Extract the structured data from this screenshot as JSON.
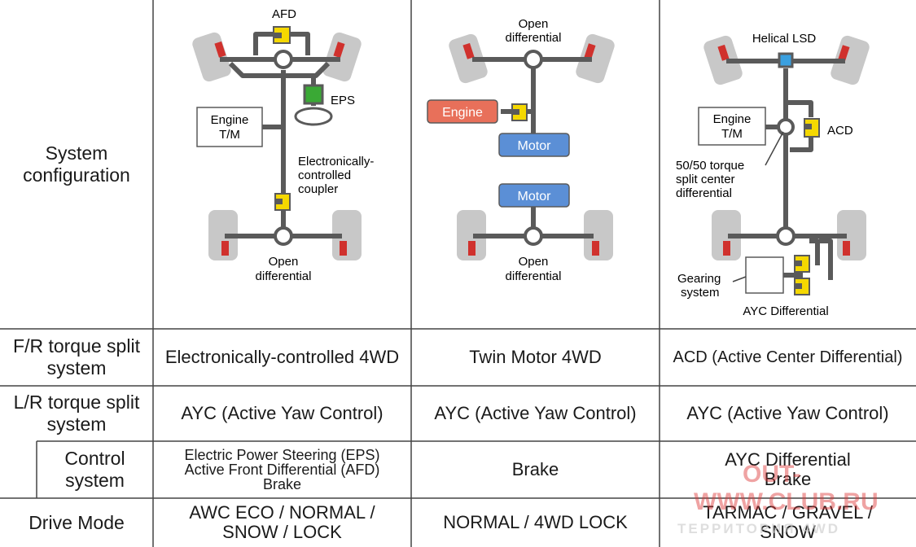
{
  "config_label": [
    "System",
    "configuration"
  ],
  "diagrams": [
    {
      "afd": "AFD",
      "eps": "EPS",
      "engine": [
        "Engine",
        "T/M"
      ],
      "coupler": [
        "Electronically-",
        "controlled",
        "coupler"
      ],
      "open_diff": [
        "Open",
        "differential"
      ]
    },
    {
      "open_diff_front": [
        "Open",
        "differential"
      ],
      "engine": "Engine",
      "motor_front": "Motor",
      "motor_rear": "Motor",
      "open_diff_rear": [
        "Open",
        "differential"
      ]
    },
    {
      "helical": "Helical LSD",
      "engine": [
        "Engine",
        "T/M"
      ],
      "acd": "ACD",
      "torque_split": [
        "50/50 torque",
        "split center",
        "differential"
      ],
      "gearing": [
        "Gearing",
        "system"
      ],
      "ayc_diff": "AYC Differential"
    }
  ],
  "rows": [
    {
      "label": [
        "F/R torque split",
        "system"
      ],
      "cells": [
        [
          "Electronically-controlled 4WD"
        ],
        [
          "Twin Motor 4WD"
        ],
        [
          "ACD (Active Center Differential)"
        ]
      ]
    },
    {
      "label": [
        "L/R torque split",
        "system"
      ],
      "cells": [
        [
          "AYC (Active Yaw Control)"
        ],
        [
          "AYC (Active Yaw Control)"
        ],
        [
          "AYC (Active Yaw Control)"
        ]
      ]
    },
    {
      "label": [
        "Control",
        "system"
      ],
      "cells": [
        [
          "Electric Power Steering (EPS)",
          "Active Front Differential (AFD)",
          "Brake"
        ],
        [
          "Brake"
        ],
        [
          "AYC Differential",
          "Brake"
        ]
      ]
    },
    {
      "label": [
        "Drive Mode"
      ],
      "cells": [
        [
          "AWC ECO / NORMAL /",
          "SNOW / LOCK"
        ],
        [
          "NORMAL / 4WD LOCK"
        ],
        [
          "TARMAC / GRAVEL /",
          "SNOW"
        ]
      ]
    }
  ],
  "watermark": [
    "OUT-",
    "WWW.CLUB.RU",
    "ТЕРРИТОРИЯ 4WD"
  ],
  "colors": {
    "axle": "#5a5a5a",
    "tire": "#c8c8c8",
    "brake": "#d0312d",
    "coupler": "#f5d800",
    "eps": "#3aa935",
    "motor": "#5b8fd6",
    "engine_red": "#e8705a",
    "lsd": "#3aa0e0"
  }
}
